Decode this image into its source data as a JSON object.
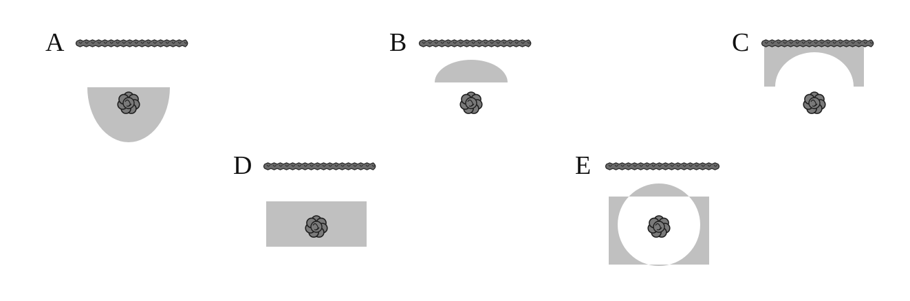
{
  "colors": {
    "shade": "#c0c0c0",
    "rope_fill": "#6b6b6b",
    "rope_stroke": "#2a2a2a",
    "cluster_fill": "#7a7a7a",
    "cluster_stroke": "#1e1e1e",
    "background": "#ffffff"
  },
  "panels": [
    {
      "label": "A",
      "region_shape": "half-disc-below"
    },
    {
      "label": "B",
      "region_shape": "dome-above"
    },
    {
      "label": "C",
      "region_shape": "rectangle-with-arch-cutout"
    },
    {
      "label": "D",
      "region_shape": "rectangle"
    },
    {
      "label": "E",
      "region_shape": "rectangle-with-circle-cutout"
    }
  ]
}
